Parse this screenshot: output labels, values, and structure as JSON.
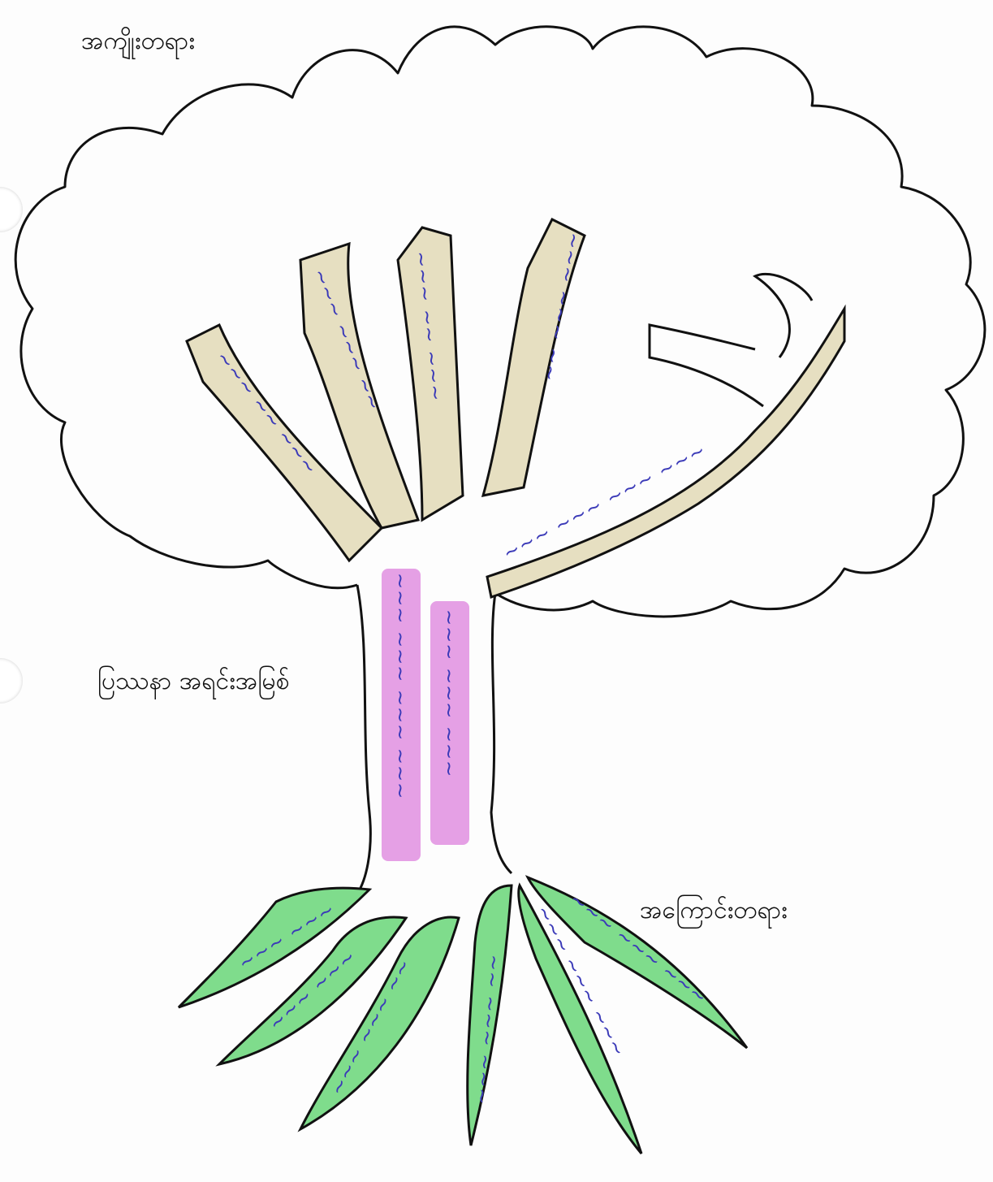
{
  "labels": {
    "effects": "အကျိုးတရား",
    "problem": "ပြဿနာ အရင်းအမြစ်",
    "causes": "အကြောင်းတရား"
  },
  "colors": {
    "outline": "#111111",
    "effect_highlight": "#e6dfc1",
    "problem_highlight": "#e08fe0",
    "cause_highlight": "#7fdc8c",
    "handwriting": "#3b3ab8"
  }
}
